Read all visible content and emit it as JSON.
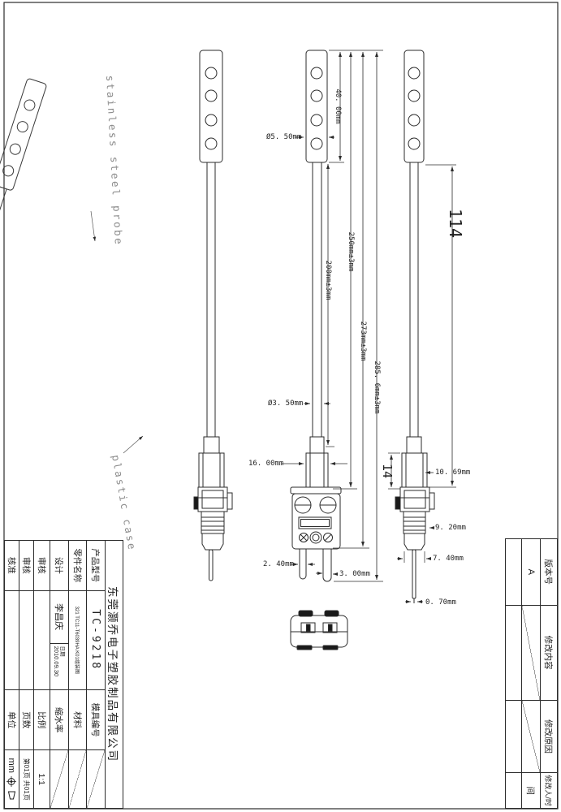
{
  "annotations": {
    "probe_label": "stainless steel probe",
    "case_label": "plastic case"
  },
  "dimensions": {
    "handle_length": "40. 00mm",
    "handle_diameter": "Ø5. 50mm",
    "shaft_diameter": "Ø3. 50mm",
    "hex_width": "16. 00mm",
    "shaft_length": "200mm±3mm",
    "len_to_flange": "250mm±3mm",
    "len_to_prong_base": "273mm±3mm",
    "overall_length": "285. 6mm±3mm",
    "side_length": "114",
    "hex_height": "14",
    "cap_width": "10. 69mm",
    "rib_width": "9. 20mm",
    "tail_width": "7. 40mm",
    "pin_width": "0. 70mm",
    "prong_small": "2. 40mm",
    "prong_large": "3. 00mm"
  },
  "title_block": {
    "company": "东莞灏乔电子塑胶制品有限公司",
    "product_model_label": "产品型号",
    "product_model": "TC-9218",
    "part_name_label": "零件名称",
    "part_name": "321 TC11-T6039HA K01组装图",
    "mold_no_label": "模具编号",
    "material_label": "材料",
    "design_label": "设计",
    "designer": "李昌庆",
    "date_label": "日期",
    "date": "2010.09.30",
    "shrinkage_label": "缩水率",
    "review_label": "审核",
    "review2_label": "审核",
    "scale_label": "比例",
    "scale_value": "1:1",
    "pages_label": "页数",
    "pages_value": "第01页 共01页",
    "approve_label": "核准",
    "unit_label": "单位",
    "unit_value": "mm"
  },
  "revision_table": {
    "version_label": "版本号",
    "version": "A",
    "content_label": "修改内容",
    "reason_label": "修改原因",
    "modifier_label": "修改人/时",
    "modifier_overflow": "间"
  }
}
